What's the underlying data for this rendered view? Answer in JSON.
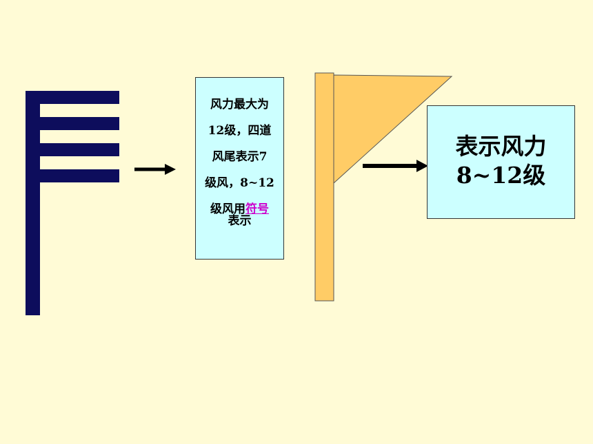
{
  "colors": {
    "background": "#FFFBD6",
    "barb": "#0D0D5C",
    "pennant": "#FFCC66",
    "box_fill": "#CCFFFF",
    "link": "#CC00CC"
  },
  "explanation_box": {
    "lines": [
      "风力最大为",
      "12级，四道",
      "风尾表示7",
      "级风，8~12"
    ],
    "line5_prefix": "级风用",
    "line5_link": "符号",
    "line6": "表示"
  },
  "result_box": {
    "line1": "表示风力",
    "line2": "8~12级"
  }
}
